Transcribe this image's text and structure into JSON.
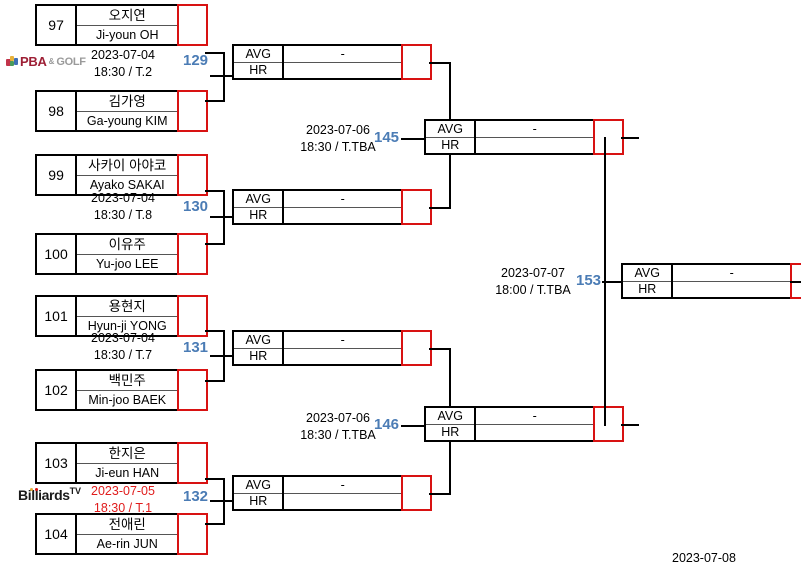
{
  "tournament": {
    "bracket_type": "single-elimination",
    "colors": {
      "match_number": "#4b7cb5",
      "winner_cell_border": "#d81212",
      "box_border": "#000000",
      "highlight_date_text": "#e01b1b"
    }
  },
  "labels": {
    "avg": "AVG",
    "hr": "HR",
    "empty_value": "-"
  },
  "logos": {
    "pba": {
      "name": "pba-and-golf-logo",
      "text": "PBA",
      "amp": "&",
      "suffix": "GOLF"
    },
    "billiards_tv": {
      "name": "billiards-tv-logo",
      "text": "Billiards",
      "sup": "TV"
    }
  },
  "round1": [
    {
      "match_number": "129",
      "date": "2023-07-04",
      "time_table": "18:30 / T.2",
      "highlight": false,
      "players": [
        {
          "seed": "97",
          "name_kr": "오지연",
          "name_en": "Ji-youn OH"
        },
        {
          "seed": "98",
          "name_kr": "김가영",
          "name_en": "Ga-young KIM"
        }
      ]
    },
    {
      "match_number": "130",
      "date": "2023-07-04",
      "time_table": "18:30 / T.8",
      "highlight": false,
      "players": [
        {
          "seed": "99",
          "name_kr": "사카이 아야코",
          "name_en": "Ayako SAKAI"
        },
        {
          "seed": "100",
          "name_kr": "이유주",
          "name_en": "Yu-joo LEE"
        }
      ]
    },
    {
      "match_number": "131",
      "date": "2023-07-04",
      "time_table": "18:30 / T.7",
      "highlight": false,
      "players": [
        {
          "seed": "101",
          "name_kr": "용현지",
          "name_en": "Hyun-ji YONG"
        },
        {
          "seed": "102",
          "name_kr": "백민주",
          "name_en": "Min-joo BAEK"
        }
      ]
    },
    {
      "match_number": "132",
      "date": "2023-07-05",
      "time_table": "18:30 / T.1",
      "highlight": true,
      "players": [
        {
          "seed": "103",
          "name_kr": "한지은",
          "name_en": "Ji-eun HAN"
        },
        {
          "seed": "104",
          "name_kr": "전애린",
          "name_en": "Ae-rin JUN"
        }
      ]
    }
  ],
  "round2": [
    {
      "match_number": "145",
      "date": "2023-07-06",
      "time_table": "18:30 / T.TBA"
    },
    {
      "match_number": "146",
      "date": "2023-07-06",
      "time_table": "18:30 / T.TBA"
    }
  ],
  "round3": [
    {
      "match_number": "153",
      "date": "2023-07-07",
      "time_table": "18:00 / T.TBA"
    }
  ],
  "round4": [
    {
      "date": "2023-07-08"
    }
  ]
}
